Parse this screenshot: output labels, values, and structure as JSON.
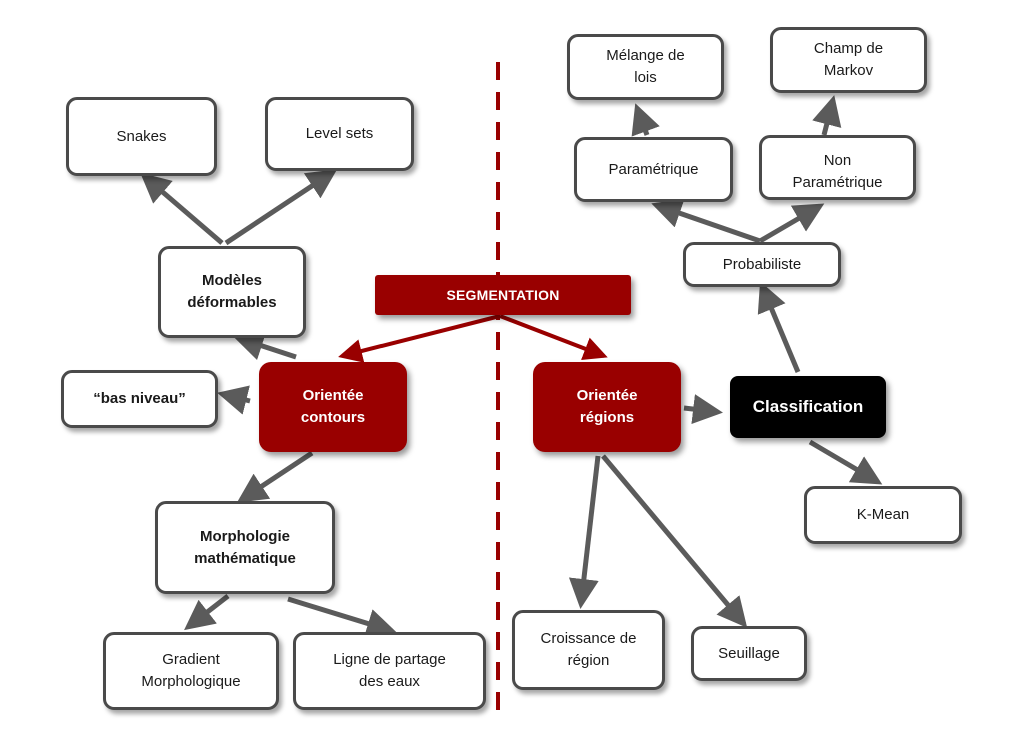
{
  "diagram": {
    "colors": {
      "connector_gray": "#5b5b5b",
      "connector_red": "#990000",
      "accent_red": "#990000",
      "classification_bg": "#000000",
      "divider": "#990000"
    },
    "nodes": {
      "segmentation": "SEGMENTATION",
      "contours": "Orientée\ncontours",
      "regions": "Orientée\nrégions",
      "classification": "Classification",
      "bas_niveau": "“bas niveau”",
      "modeles": "Modèles\ndéformables",
      "snakes": "Snakes",
      "level_sets": "Level sets",
      "morphologie": "Morphologie\nmathématique",
      "gradient": "Gradient\nMorphologique",
      "ligne_partage": "Ligne de partage\ndes eaux",
      "croissance": "Croissance de\nrégion",
      "seuillage": "Seuillage",
      "kmean": "K-Mean",
      "probabiliste": "Probabiliste",
      "parametrique": "Paramétrique",
      "non_parametrique": "Non\nParamétrique",
      "melange": "Mélange de\nlois",
      "markov": "Champ de\nMarkov"
    }
  }
}
